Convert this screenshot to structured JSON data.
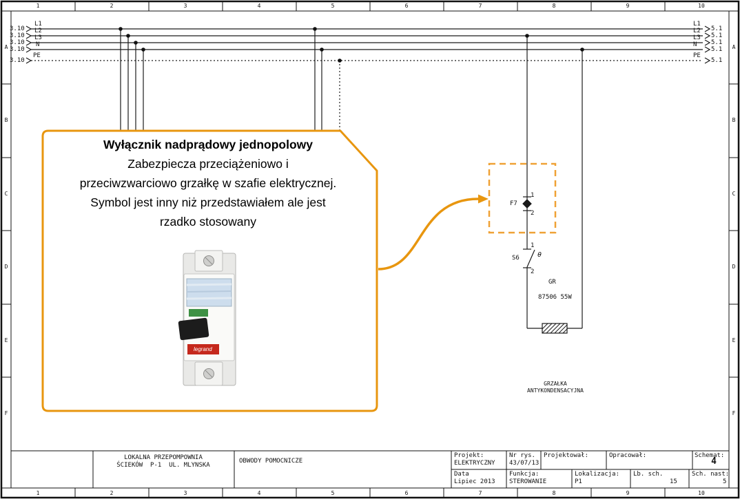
{
  "colors": {
    "accent": "#EE9B1E",
    "line": "#1a1a1a"
  },
  "ruler": {
    "cols": [
      "1",
      "2",
      "3",
      "4",
      "5",
      "6",
      "7",
      "8",
      "9",
      "10"
    ],
    "rows": [
      "A",
      "B",
      "C",
      "D",
      "E",
      "F"
    ]
  },
  "rails": [
    {
      "name": "L1",
      "from": "3.10",
      "to": "5.1"
    },
    {
      "name": "L2",
      "from": "3.10",
      "to": "5.1"
    },
    {
      "name": "L3",
      "from": "3.10",
      "to": "5.1"
    },
    {
      "name": "N",
      "from": "3.10",
      "to": "5.1"
    },
    {
      "name": "PE",
      "from": "3.10",
      "to": "5.1"
    }
  ],
  "callout": {
    "title": "Wyłącznik nadprądowy jednopolowy",
    "body": [
      "Zabezpiecza przeciążeniowo i",
      "przeciwzwarciowo grzałkę w szafie elektrycznej.",
      "Symbol jest inny niż przedstawiałem ale jest",
      "rzadko stosowany"
    ],
    "breaker_brand": "legrand"
  },
  "components": {
    "f7": {
      "ref": "F7",
      "t1": "1",
      "t2": "2"
    },
    "s6": {
      "ref": "S6",
      "t1": "1",
      "t2": "2",
      "theta": "θ"
    },
    "heater": {
      "ref": "GR",
      "rating": "87506 55W",
      "caption1": "GRZAŁKA",
      "caption2": "ANTYKONDENSACYJNA"
    }
  },
  "title_block": {
    "station1": "LOKALNA PRZEPOMPOWNIA",
    "station2": "ŚCIEKÓW  P-1  UL. MLYNSKA",
    "sheet_title": "OBWODY POMOCNICZE",
    "projekt_label": "Projekt:",
    "projekt": "ELEKTRYCZNY",
    "nr_rys_label": "Nr rys.",
    "nr_rys": "43/07/13",
    "projektowal_label": "Projektował:",
    "opracowal_label": "Opracował:",
    "schemat_label": "Schemat:",
    "schemat": "4",
    "data_label": "Data",
    "data": "Lipiec 2013",
    "funkcja_label": "Funkcja:",
    "funkcja": "STEROWANIE",
    "lokalizacja_label": "Lokalizacja:",
    "lokalizacja": "P1",
    "lb_sch_label": "Lb. sch.",
    "lb_sch": "15",
    "sch_nast_label": "Sch. nast:",
    "sch_nast": "5"
  }
}
